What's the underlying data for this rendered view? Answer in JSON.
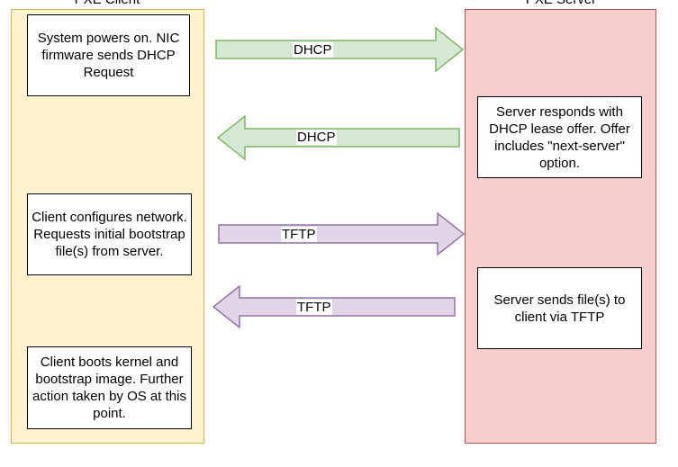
{
  "lanes": {
    "client": {
      "title": "PXE Client",
      "fill": "#fff2cc",
      "stroke": "#d6b656"
    },
    "server": {
      "title": "PXE Server",
      "fill": "#f8cecc",
      "stroke": "#b85450"
    }
  },
  "client_steps": [
    "System powers on. NIC firmware sends DHCP Request",
    "Client configures network. Requests initial bootstrap file(s) from server.",
    "Client boots kernel and bootstrap image. Further action taken by OS at this point."
  ],
  "server_steps": [
    "Server responds with DHCP lease offer. Offer includes \"next-server\" option.",
    "Server sends file(s) to client via TFTP"
  ],
  "arrows": [
    {
      "label": "DHCP",
      "direction": "right",
      "fill": "#d5e8d4",
      "stroke": "#82b366"
    },
    {
      "label": "DHCP",
      "direction": "left",
      "fill": "#d5e8d4",
      "stroke": "#82b366"
    },
    {
      "label": "TFTP",
      "direction": "right",
      "fill": "#e1d5e7",
      "stroke": "#9673a6"
    },
    {
      "label": "TFTP",
      "direction": "left",
      "fill": "#e1d5e7",
      "stroke": "#9673a6"
    }
  ]
}
